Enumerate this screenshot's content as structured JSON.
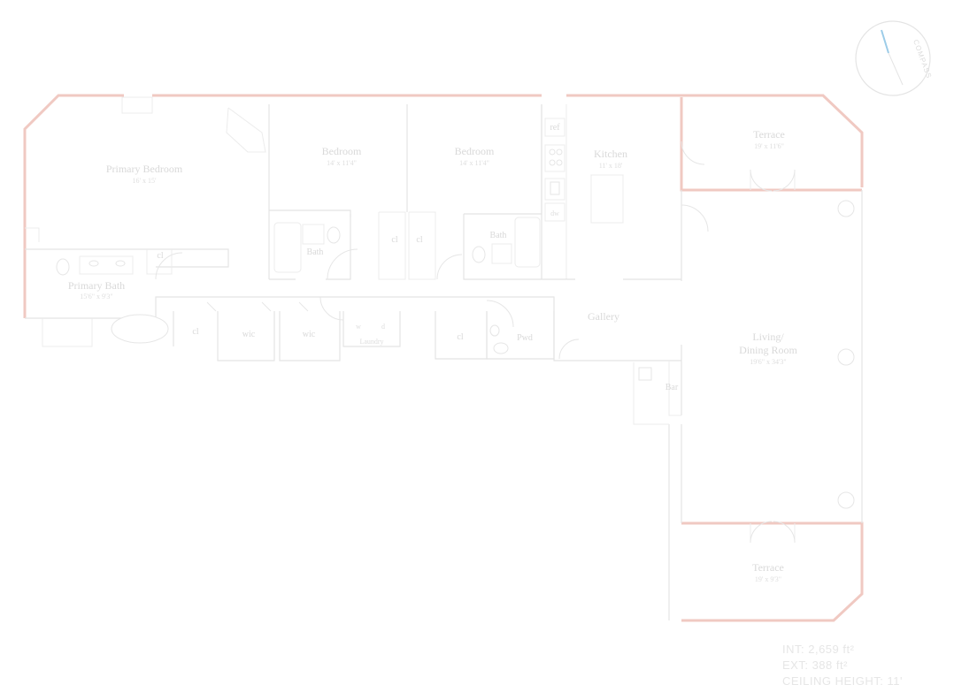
{
  "rooms": {
    "primary_bedroom": {
      "name": "Primary Bedroom",
      "dims": "16' x 15'"
    },
    "bedroom_1": {
      "name": "Bedroom",
      "dims": "14' x 11'4\""
    },
    "bedroom_2": {
      "name": "Bedroom",
      "dims": "14' x 11'4\""
    },
    "kitchen": {
      "name": "Kitchen",
      "dims": "11' x 18'"
    },
    "terrace_top": {
      "name": "Terrace",
      "dims": "19' x 11'6\""
    },
    "primary_bath": {
      "name": "Primary Bath",
      "dims": "15'6\" x 9'3\""
    },
    "bath_1": {
      "name": "Bath"
    },
    "bath_2": {
      "name": "Bath"
    },
    "gallery": {
      "name": "Gallery"
    },
    "living": {
      "name_line1": "Living/",
      "name_line2": "Dining Room",
      "dims": "19'6\" x 34'3\""
    },
    "bar": {
      "name": "Bar"
    },
    "terrace_bottom": {
      "name": "Terrace",
      "dims": "19' x 9'3\""
    },
    "pwd": {
      "name": "Pwd"
    },
    "laundry": {
      "name": "Laundry"
    }
  },
  "labels": {
    "cl": "cl",
    "wic": "wic",
    "ref": "ref",
    "dw": "dw",
    "w": "w",
    "d": "d"
  },
  "compass": {
    "text": "COMPASS",
    "icon": "compass-icon"
  },
  "stats": {
    "interior": "INT: 2,659 ft²",
    "exterior": "EXT: 388 ft²",
    "ceiling": "CEILING HEIGHT: 11'"
  },
  "colors": {
    "exterior_wall": "#f0c9c2",
    "wall": "#e4e4e4",
    "text": "#d9d9d9"
  }
}
